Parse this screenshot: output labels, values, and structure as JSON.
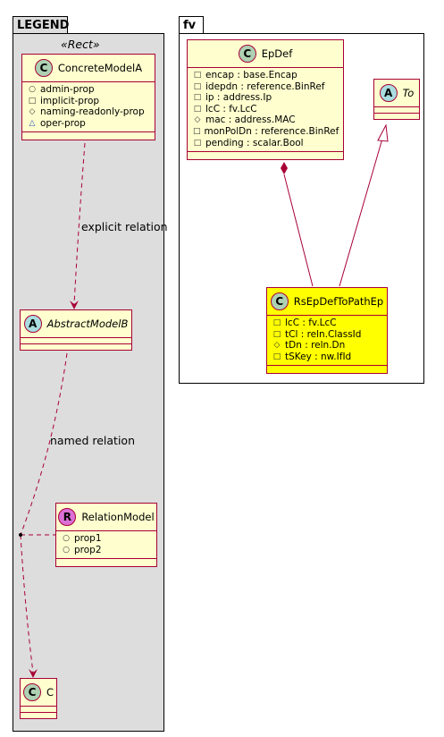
{
  "legend": {
    "title": "LEGEND",
    "stereotype": "«Rect»",
    "concrete": {
      "name": "ConcreteModelA",
      "attrs": [
        {
          "vis": "circle",
          "text": "admin-prop"
        },
        {
          "vis": "square",
          "text": "implicit-prop"
        },
        {
          "vis": "diamond",
          "text": "naming-readonly-prop"
        },
        {
          "vis": "triangle",
          "text": "oper-prop"
        }
      ]
    },
    "abstract": {
      "name": "AbstractModelB"
    },
    "relation": {
      "name": "RelationModel",
      "attrs": [
        {
          "vis": "circle",
          "text": "prop1"
        },
        {
          "vis": "circle",
          "text": "prop2"
        }
      ]
    },
    "c": {
      "name": "C"
    },
    "explicit_label": "explicit relation",
    "named_label": "named relation"
  },
  "fv": {
    "title": "fv",
    "epdef": {
      "name": "EpDef",
      "attrs": [
        {
          "vis": "square",
          "text": "encap : base.Encap"
        },
        {
          "vis": "square",
          "text": "idepdn : reference.BinRef"
        },
        {
          "vis": "square",
          "text": "ip : address.Ip"
        },
        {
          "vis": "square",
          "text": "lcC : fv.LcC"
        },
        {
          "vis": "diamond",
          "text": "mac : address.MAC"
        },
        {
          "vis": "square",
          "text": "monPolDn : reference.BinRef"
        },
        {
          "vis": "square",
          "text": "pending : scalar.Bool"
        }
      ]
    },
    "to": {
      "name": "To"
    },
    "rs": {
      "name": "RsEpDefToPathEp",
      "attrs": [
        {
          "vis": "square",
          "text": "lcC : fv.LcC"
        },
        {
          "vis": "square",
          "text": "tCl : reln.ClassId"
        },
        {
          "vis": "diamond",
          "text": "tDn : reln.Dn"
        },
        {
          "vis": "square",
          "text": "tSKey : nw.IfId"
        }
      ]
    }
  },
  "colors": {
    "class_fill": "#FEFECE",
    "class_border": "#A80036",
    "highlight_fill": "#FFFF00",
    "legend_fill": "#DDDDDD"
  }
}
